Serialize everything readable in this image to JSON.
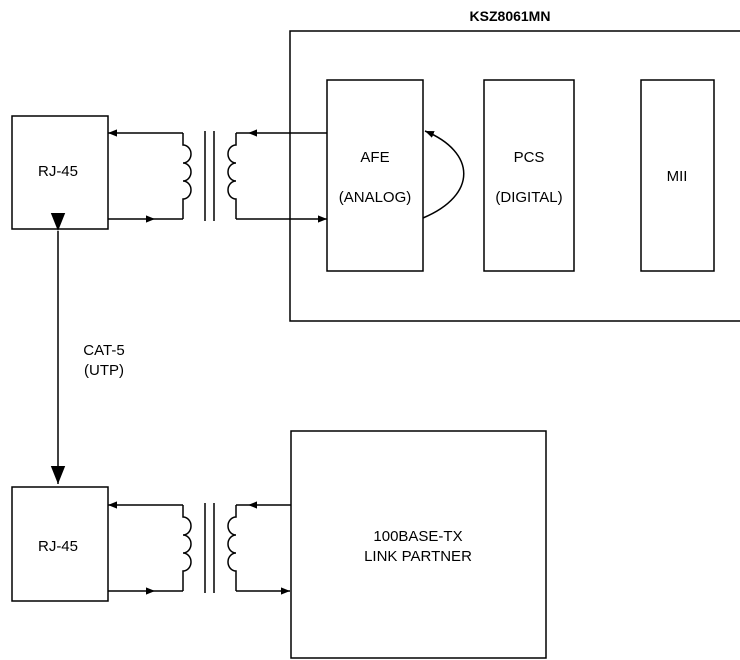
{
  "chip": {
    "title": "KSZ8061MN",
    "afe": {
      "line1": "AFE",
      "line2": "(ANALOG)"
    },
    "pcs": {
      "line1": "PCS",
      "line2": "(DIGITAL)"
    },
    "mii": {
      "label": "MII"
    }
  },
  "rj45_top": {
    "label": "RJ-45"
  },
  "rj45_bottom": {
    "label": "RJ-45"
  },
  "cable": {
    "line1": "CAT-5",
    "line2": "(UTP)"
  },
  "link_partner": {
    "line1": "100BASE-TX",
    "line2": "LINK PARTNER"
  }
}
